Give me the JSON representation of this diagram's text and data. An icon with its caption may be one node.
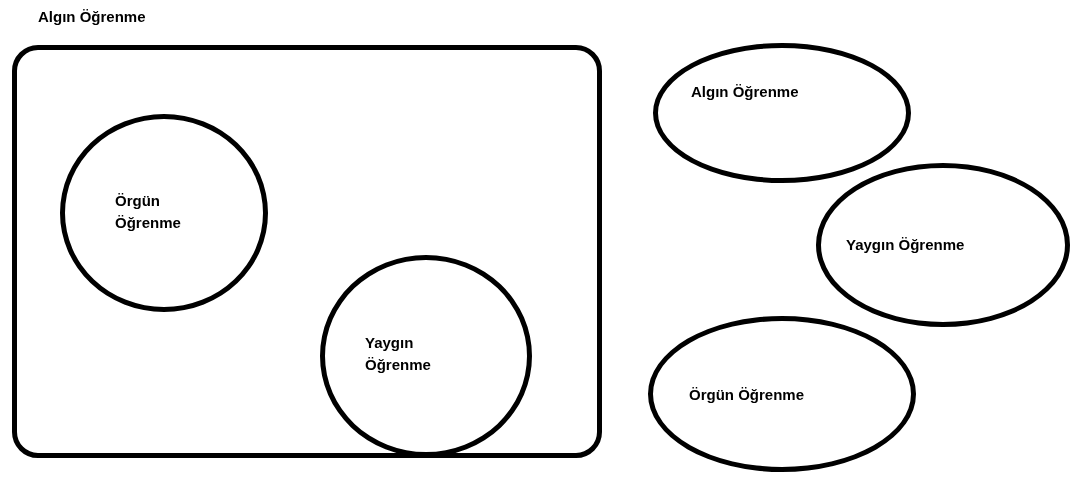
{
  "diagram": {
    "nodes": [
      {
        "text": [
          "Algın Öğrenme"
        ]
      },
      {
        "text": [
          "Örgün Öğrenme"
        ],
        "in": 0
      },
      {
        "text": [
          "Yaygın Öğrenme"
        ],
        "in": 0
      },
      {
        "text": [
          "Algın Öğrenme"
        ]
      },
      {
        "text": [
          "Yaygın Öğrenme"
        ]
      },
      {
        "text": [
          "Örgün Öğrenme"
        ]
      }
    ]
  }
}
